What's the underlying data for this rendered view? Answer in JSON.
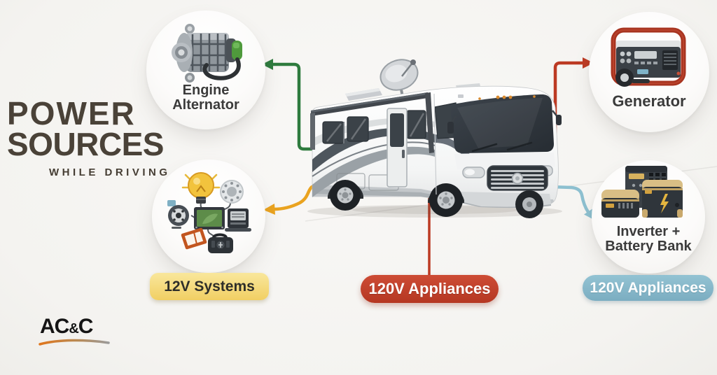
{
  "title": {
    "line1": "POWER",
    "line2": "SOURCES",
    "tagline": "WHILE DRIVING"
  },
  "nodes": {
    "alternator": {
      "label": "Engine\nAlternator"
    },
    "generator": {
      "label": "Generator"
    },
    "inverter": {
      "label": "Inverter +\nBattery Bank"
    }
  },
  "pills": {
    "systems12v": {
      "label": "12V Systems"
    },
    "appliances_center": {
      "label": "120V Appliances"
    },
    "appliances_inverter": {
      "label": "120V Appliances"
    }
  },
  "logo": {
    "part1": "AC",
    "amp": "&",
    "part2": "C"
  },
  "icons": {
    "alternator": "engine-alternator-illustration",
    "generator": "portable-generator-illustration",
    "systems12v": "12v-devices-illustration",
    "inverter": "inverter-battery-bank-illustration",
    "rv": "class-a-motorhome-illustration",
    "satellite": "satellite-dish-icon"
  },
  "colors": {
    "background": "#f6f5f3",
    "title_text": "#4a4238",
    "arrow_green": "#2e7b3e",
    "arrow_red": "#bc3a23",
    "arrow_yellow": "#eaa31f",
    "arrow_blue": "#8dc0d0",
    "pill_yellow_bg": "#f5d773",
    "pill_red_bg": "#c0402a",
    "pill_blue_bg": "#85b8cb",
    "circle_label_text": "#3b3b3b"
  }
}
